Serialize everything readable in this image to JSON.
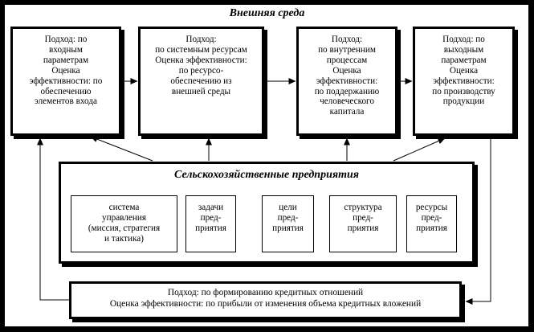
{
  "title": "Внешняя среда",
  "approaches": [
    {
      "lines": [
        "Подход: по",
        "входным",
        "параметрам",
        "Оценка",
        "эффективности: по",
        "обеспечению",
        "элементов входа"
      ]
    },
    {
      "lines": [
        "Подход:",
        "по системным ресурсам",
        "Оценка эффективности:",
        "по ресурсо-",
        "обеспечению из",
        "внешней среды"
      ]
    },
    {
      "lines": [
        "Подход:",
        "по внутренним",
        "процессам",
        "Оценка",
        "эффективности:",
        "по поддержанию",
        "человеческого",
        "капитала"
      ]
    },
    {
      "lines": [
        "Подход: по",
        "выходным",
        "параметрам",
        "Оценка",
        "эффективности:",
        "по производству",
        "продукции"
      ]
    }
  ],
  "enterprises": {
    "title": "Сельскохозяйственные предприятия",
    "items": [
      {
        "lines": [
          "система",
          "управления",
          "(миссия, стратегия",
          "и тактика)"
        ]
      },
      {
        "lines": [
          "задачи",
          "пред-",
          "приятия"
        ]
      },
      {
        "lines": [
          "цели",
          "пред-",
          "приятия"
        ]
      },
      {
        "lines": [
          "структура",
          "пред-",
          "приятия"
        ]
      },
      {
        "lines": [
          "ресурсы",
          "пред-",
          "приятия"
        ]
      }
    ]
  },
  "credit": {
    "lines": [
      "Подход: по формированию кредитных отношений",
      "Оценка эффективности: по прибыли от изменения объема кредитных вложений"
    ]
  }
}
